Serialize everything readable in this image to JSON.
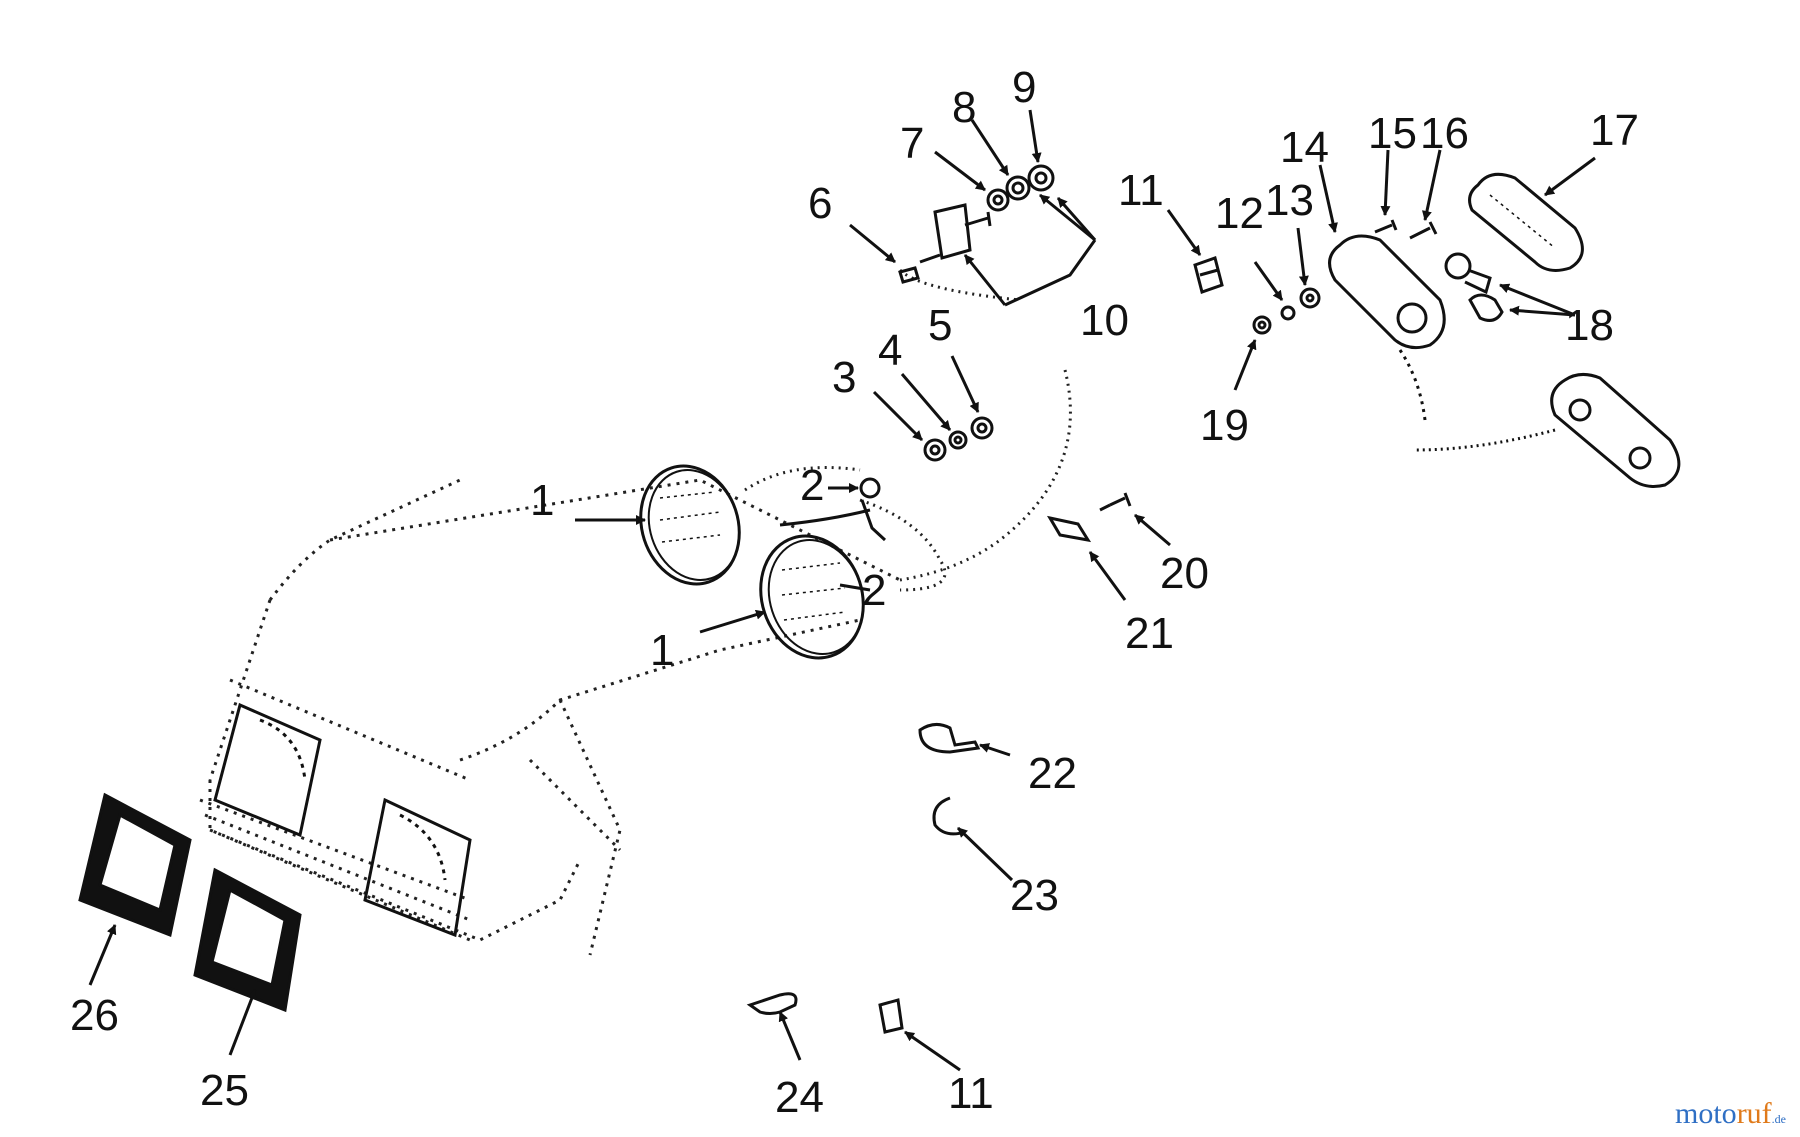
{
  "labels": {
    "l1a": "1",
    "l1b": "1",
    "l2a": "2",
    "l2b": "2",
    "l3": "3",
    "l4": "4",
    "l5": "5",
    "l6": "6",
    "l7": "7",
    "l8": "8",
    "l9": "9",
    "l10": "10",
    "l11a": "11",
    "l11b": "11",
    "l12": "12",
    "l13": "13",
    "l14": "14",
    "l15": "15",
    "l16": "16",
    "l17": "17",
    "l18": "18",
    "l19": "19",
    "l20": "20",
    "l21": "21",
    "l22": "22",
    "l23": "23",
    "l24": "24",
    "l25": "25",
    "l26": "26"
  },
  "watermark": {
    "brand_a": "moto",
    "brand_b": "ruf",
    "suffix": ".de"
  },
  "colors": {
    "line": "#111111",
    "watermark_blue": "#2f6fc4",
    "watermark_orange": "#e07a1a"
  }
}
